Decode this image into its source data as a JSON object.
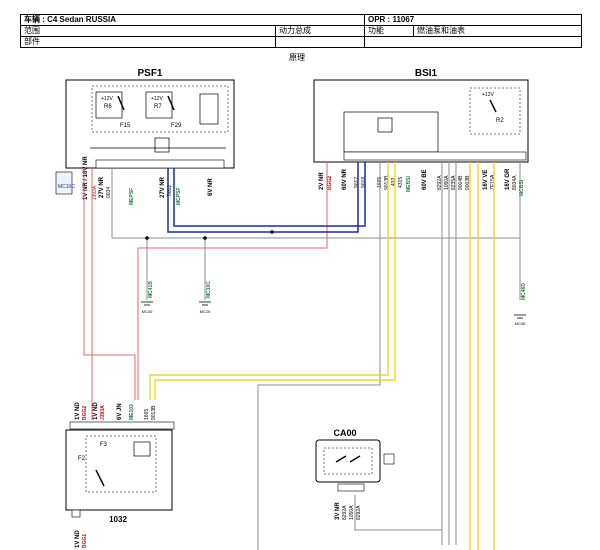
{
  "header": {
    "vehicle": "车辆 : C4 Sedan RUSSIA",
    "opr": "OPR : 11067",
    "scope_label": "范围",
    "subsystem": "动力总成",
    "function_label": "功能",
    "function_value": "燃油泵和油表",
    "parts_label": "部件",
    "diagram_label": "原理"
  },
  "components": {
    "psf1": "PSF1",
    "bsi1": "BSI1",
    "ca00": "CA00",
    "c1032": "1032",
    "f15": "F15",
    "f29": "F29",
    "r6": "R6",
    "r7": "R7",
    "r2": "R2",
    "f2": "F2",
    "f3": "F3",
    "plus12v": "+12V"
  },
  "connectors": {
    "psf1_a": "27V NR",
    "psf1_b": "27V NR",
    "psf1_c": "6V NR",
    "side_left": "1V NR / 16V NR",
    "bsi_2v": "2V NR",
    "bsi_60v": "60V NR",
    "bsi_60v_be": "60V BE",
    "bsi_16v_ve": "16V VE",
    "bsi_16v_gr": "16V GR",
    "c1032_a": "1V ND",
    "c1032_b": "1V ND",
    "c1032_c": "6V JN",
    "c1032_bottom": "1V ND",
    "ca00_conn": "3V NR"
  },
  "wires": {
    "bgg2": "BGG2",
    "bgg1": "BGG1",
    "w0034": "0034",
    "mepsf": "MEPSF",
    "w0002": "0002",
    "mcpsf": "MCPSF",
    "w1665": "1665",
    "w9013b": "9013B",
    "w4315": "4315",
    "w433": "433",
    "w9017": "9017",
    "w9018": "9018",
    "mebsi": "MEBSI",
    "w8292a": "8292A",
    "w1050a": "1050A",
    "w8235a": "8235A",
    "w9004b": "9004B",
    "w9003b": "9003B",
    "ze15a": "ZE15A",
    "w8034a": "8034A",
    "mcbsi": "MCBSI",
    "j393a": "J393A",
    "me103": "ME103",
    "mc41b": "MC41B",
    "mc10c": "MC10C",
    "mc46d": "MC46D",
    "gnd_mc40": "MC40",
    "gnd_mc10": "MC10",
    "gnd_mc46": "MC46"
  },
  "colors": {
    "red_wire": "#e06a6a",
    "yellow_wire": "#e8d200",
    "blue_wire": "#1a2aa0",
    "grey_wire": "#8c8c8c",
    "green_label": "#1f7a3a",
    "red_label": "#cc0000",
    "blue_label": "#1a2aa0"
  }
}
